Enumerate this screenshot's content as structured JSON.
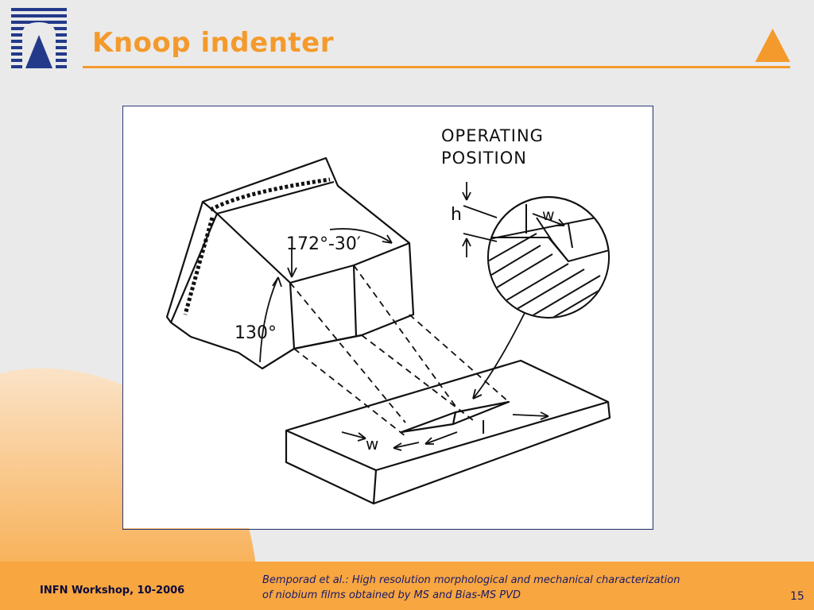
{
  "slide": {
    "title": "Knoop indenter",
    "page_number": "15"
  },
  "footer": {
    "workshop": "INFN Workshop, 10-2006",
    "citation_line1": "Bemporad et al.: High resolution morphological and mechanical characterization",
    "citation_line2": "of niobium films obtained by MS and Bias-MS PVD"
  },
  "figure": {
    "label_operating_1": "OPERATING",
    "label_operating_2": "POSITION",
    "label_angle_172": "172°-30′",
    "label_angle_130": "130°",
    "label_h": "h",
    "label_w": "w",
    "label_l": "l"
  },
  "colors": {
    "accent": "#f49a2c",
    "logo_blue": "#233a8a",
    "frame": "#2b3a7a"
  }
}
